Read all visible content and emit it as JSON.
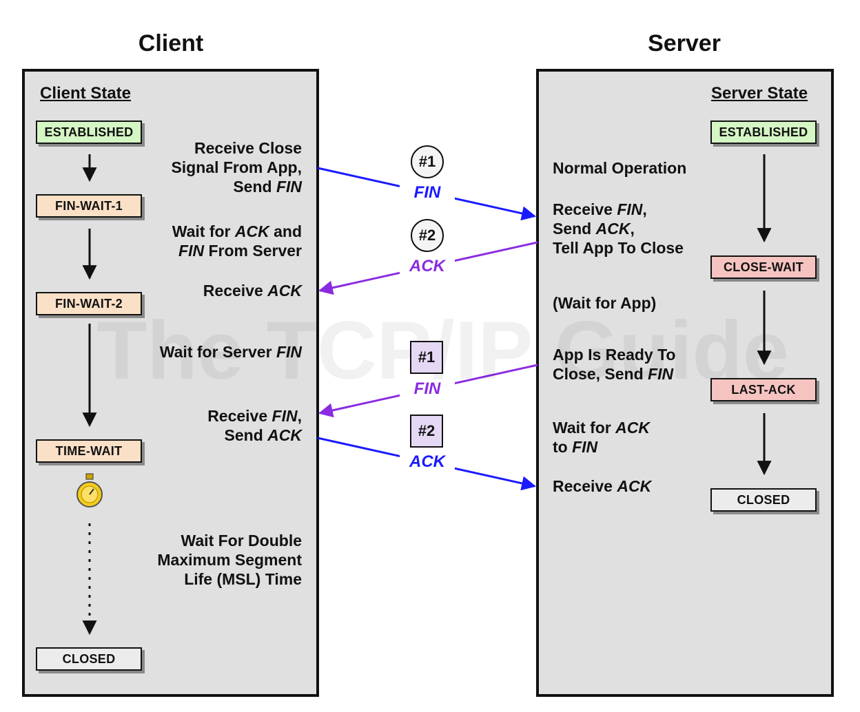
{
  "titles": {
    "client": "Client",
    "server": "Server"
  },
  "client": {
    "heading": "Client State",
    "states": [
      "ESTABLISHED",
      "FIN-WAIT-1",
      "FIN-WAIT-2",
      "TIME-WAIT",
      "CLOSED"
    ],
    "desc": {
      "d1": [
        "Receive Close",
        "Signal From App,",
        "Send "
      ],
      "d1_em": "FIN",
      "d2a": "Wait for ",
      "d2a_em": "ACK",
      "d2a_tail": " and",
      "d2b_em": "FIN",
      "d2b_tail": " From Server",
      "d3": "Receive ",
      "d3_em": "ACK",
      "d4": "Wait for Server ",
      "d4_em": "FIN",
      "d5a": "Receive ",
      "d5a_em": "FIN",
      "d5a_tail": ",",
      "d5b": "Send ",
      "d5b_em": "ACK",
      "d6": [
        "Wait For Double",
        "Maximum Segment",
        "Life (MSL) Time"
      ]
    }
  },
  "server": {
    "heading": "Server State",
    "states": [
      "ESTABLISHED",
      "CLOSE-WAIT",
      "LAST-ACK",
      "CLOSED"
    ],
    "desc": {
      "s1": "Normal Operation",
      "s2a": "Receive ",
      "s2a_em": "FIN",
      "s2a_tail": ",",
      "s2b": "Send ",
      "s2b_em": "ACK",
      "s2b_tail": ",",
      "s2c": "Tell App To Close",
      "s3": "(Wait for App)",
      "s4a": "App Is Ready To",
      "s4b": "Close, Send ",
      "s4b_em": "FIN",
      "s5a": "Wait for ",
      "s5a_em": "ACK",
      "s5b": "to ",
      "s5b_em": "FIN",
      "s6": "Receive ",
      "s6_em": "ACK"
    }
  },
  "messages": [
    {
      "num": "#1",
      "label": "FIN",
      "color": "#1a1aff"
    },
    {
      "num": "#2",
      "label": "ACK",
      "color": "#8a2be2"
    },
    {
      "num": "#1",
      "label": "FIN",
      "color": "#8a2be2"
    },
    {
      "num": "#2",
      "label": "ACK",
      "color": "#1a1aff"
    }
  ],
  "colors": {
    "panel": "#e0e0e0",
    "blue": "#1a1aff",
    "purple": "#8a2be2",
    "established": "#d4f5c4",
    "wait": "#fae0c6",
    "red": "#f5c4c0"
  },
  "watermark": "The TCP/IP Guide"
}
